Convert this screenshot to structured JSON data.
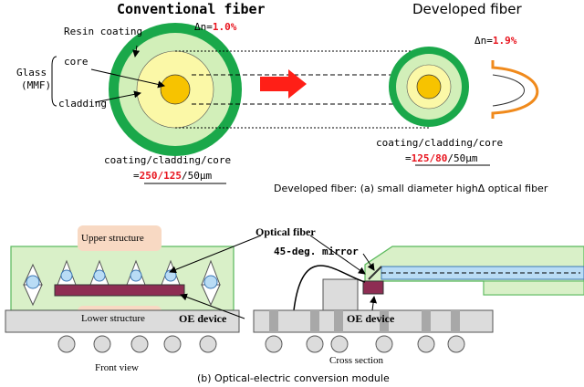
{
  "top": {
    "conventional": {
      "title": "Conventional fiber",
      "dn_label": "Δn=",
      "dn_value": "1.0%",
      "labels": {
        "resin_coating": "Resin coating",
        "glass": "Glass",
        "mmf": "(MMF)",
        "core": "core",
        "cladding": "cladding"
      },
      "dims_caption": "coating/cladding/core",
      "dims_eq": "=",
      "dims_a": "250/125",
      "dims_b": "/50μm"
    },
    "developed": {
      "title": "Developed fiber",
      "dn_label": "Δn=",
      "dn_value": "1.9%",
      "dims_caption": "coating/cladding/core",
      "dims_eq": "=",
      "dims_a": "125/80",
      "dims_b": "/50μm"
    },
    "caption": "Developed fiber: (a) small diameter highΔ optical fiber"
  },
  "bottom": {
    "optical_fiber": "Optical fiber",
    "mirror": "45-deg. mirror",
    "upper_structure": "Upper structure",
    "lower_structure": "Lower structure",
    "oe_device_front": "OE device",
    "oe_device_cross": "OE device",
    "front_view": "Front view",
    "cross_section": "Cross section",
    "caption": "(b) Optical-electric conversion module"
  },
  "colors": {
    "coating_green": "#1aa84a",
    "cladding_light_green": "#d2efb9",
    "cladding_yellow": "#fbf8a7",
    "core_orange": "#f7c300",
    "arrow_red": "#ff1f17",
    "accent_red": "#e8141e",
    "module_green": "#d9f0c8",
    "module_line": "#58b85a",
    "structure_box": "#f8d9c3",
    "oe_device": "#8e2d53",
    "substrate": "#dcdcdc",
    "fiber_blue": "#b9dcf5"
  }
}
